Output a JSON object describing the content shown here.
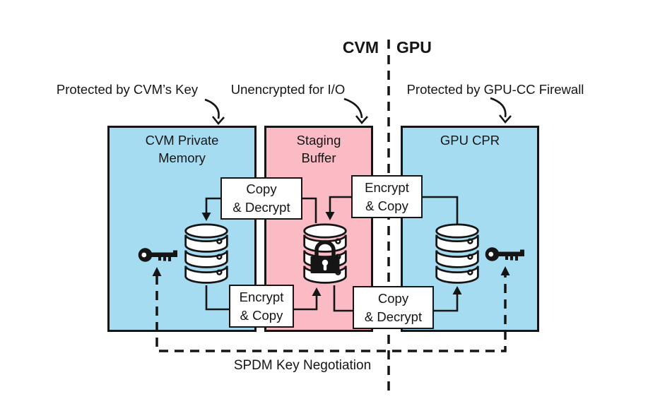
{
  "colors": {
    "cvm_memory_fill": "#a5dcf1",
    "staging_buffer_fill": "#fabbc5",
    "gpu_cpr_fill": "#a5dcf1",
    "stroke": "#151515",
    "flow_box_fill": "#ffffff",
    "background": "#ffffff"
  },
  "header": {
    "cvm": "CVM",
    "gpu": "GPU"
  },
  "annotations": {
    "cvm_key": "Protected by CVM’s Key",
    "staging_io": "Unencrypted for I/O",
    "gpu_firewall": "Protected by GPU-CC Firewall"
  },
  "regions": {
    "cvm_memory": {
      "title": "CVM Private Memory"
    },
    "staging_buffer": {
      "title": "Staging Buffer"
    },
    "gpu_cpr": {
      "title": "GPU CPR"
    }
  },
  "flows": {
    "staging_to_cvm": {
      "line1": "Copy",
      "line2": "& Decrypt"
    },
    "gpu_to_staging": {
      "line1": "Encrypt",
      "line2": "& Copy"
    },
    "cvm_to_staging": {
      "line1": "Encrypt",
      "line2": "& Copy"
    },
    "staging_to_gpu": {
      "line1": "Copy",
      "line2": "& Decrypt"
    }
  },
  "icons": {
    "cvm_database": "database-icon",
    "staging_database": "database-icon",
    "staging_lock": "padlock-icon",
    "cvm_key": "key-icon",
    "gpu_key": "key-icon"
  },
  "footer": {
    "spdm": "SPDM Key Negotiation"
  }
}
